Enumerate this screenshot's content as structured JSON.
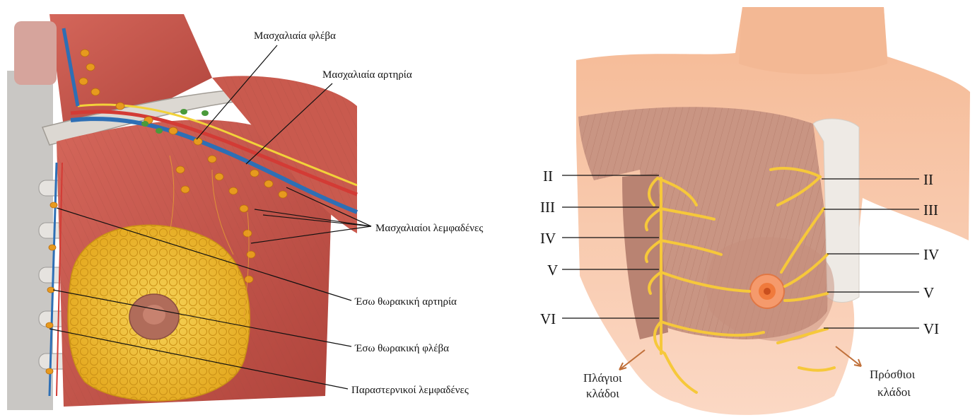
{
  "left_panel": {
    "labels": {
      "axillary_vein": "Μασχαλιαία φλέβα",
      "axillary_artery": "Μασχαλιαία αρτηρία",
      "axillary_nodes": "Μασχαλιαίοι λεμφαδένες",
      "internal_thoracic_artery": "Έσω θωρακική αρτηρία",
      "internal_thoracic_vein": "Έσω θωρακική φλέβα",
      "parasternal_nodes": "Παραστερνικοί λεμφαδένες"
    }
  },
  "right_panel": {
    "left_ribs": [
      "II",
      "III",
      "IV",
      "V",
      "VI"
    ],
    "right_ribs": [
      "II",
      "III",
      "IV",
      "V",
      "VI"
    ],
    "lateral_branches": [
      "Πλάγιοι",
      "κλάδοι"
    ],
    "anterior_branches": [
      "Πρόσθιοι",
      "κλάδοι"
    ]
  },
  "colors": {
    "muscle": "#c2554a",
    "muscle_dark": "#9e3a33",
    "fat": "#f2c230",
    "vein": "#2e6fb5",
    "nerve": "#f6c83a",
    "skin": "#f7c9ad",
    "node": "#e79a1e",
    "arrow": "#c0703a"
  }
}
